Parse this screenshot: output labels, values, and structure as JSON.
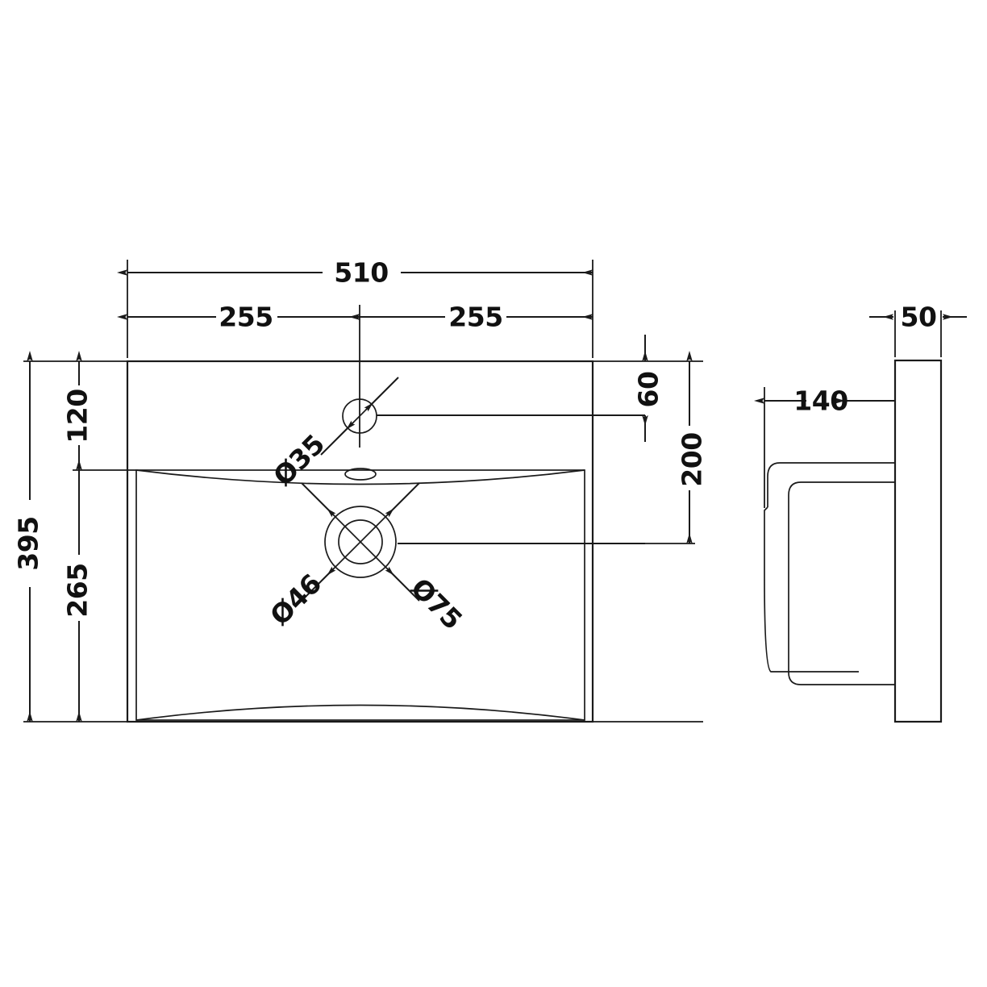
{
  "drawing": {
    "title": "Basin technical drawing",
    "units": "mm",
    "line_color": "#1a1a1a",
    "background_color": "#ffffff"
  },
  "front_view": {
    "name": "front-elevation",
    "dimensions": {
      "overall_width": "510",
      "half_width_left": "255",
      "half_width_right": "255",
      "overall_height": "395",
      "top_to_basin": "120",
      "basin_height": "265",
      "top_to_tap_hole": "60",
      "top_to_waste": "200"
    },
    "features": {
      "tap_hole_diameter": "Ø35",
      "waste_inner_diameter": "Ø46",
      "waste_outer_diameter": "Ø75"
    }
  },
  "side_view": {
    "name": "side-elevation",
    "dimensions": {
      "back_panel_thickness": "50",
      "projection_depth": "140"
    }
  }
}
